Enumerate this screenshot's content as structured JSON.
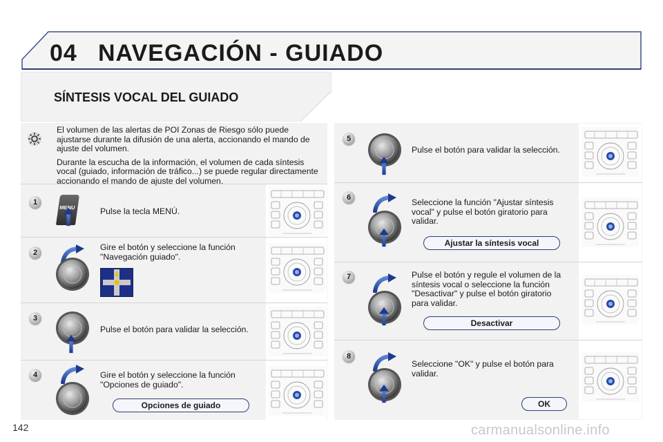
{
  "header": {
    "chapter": "04",
    "title": "NAVEGACIÓN - GUIADO"
  },
  "section": {
    "title": "SÍNTESIS VOCAL DEL GUIADO"
  },
  "intro": {
    "icon": "sun-icon",
    "paragraphs": [
      "El volumen de las alertas de POI Zonas de Riesgo sólo puede ajustarse durante la difusión de una alerta, accionando el mando de ajuste del volumen.",
      "Durante la escucha de la información, el volumen de cada síntesis vocal (guiado, información de tráfico...) se puede regular directamente accionando el mando de ajuste del volumen."
    ]
  },
  "steps": [
    {
      "num": "1",
      "text": "Pulse la tecla MENÚ.",
      "key_label": "MENU"
    },
    {
      "num": "2",
      "text": "Gire el botón y seleccione la función \"Navegación guiado\"."
    },
    {
      "num": "3",
      "text": "Pulse el botón para validar la selección."
    },
    {
      "num": "4",
      "text": "Gire el botón y seleccione la función \"Opciones de guiado\".",
      "option": "Opciones de guiado"
    },
    {
      "num": "5",
      "text": "Pulse el botón para validar la selección."
    },
    {
      "num": "6",
      "text": "Seleccione la función \"Ajustar síntesis vocal\" y pulse el botón giratorio para validar.",
      "option": "Ajustar la síntesis vocal"
    },
    {
      "num": "7",
      "text": "Pulse el botón y regule el volumen de la síntesis vocal o seleccione la función \"Desactivar\" y pulse el botón giratorio para validar.",
      "option": "Desactivar"
    },
    {
      "num": "8",
      "text": "Seleccione \"OK\" y pulse el botón para validar.",
      "option": "OK"
    }
  ],
  "footer": {
    "page_number": "142",
    "watermark": "carmanualsonline.info"
  },
  "colors": {
    "accent_blue": "#2d3e73",
    "arrow_blue": "#2b4aa8",
    "panel_gray": "#f2f2f2"
  }
}
